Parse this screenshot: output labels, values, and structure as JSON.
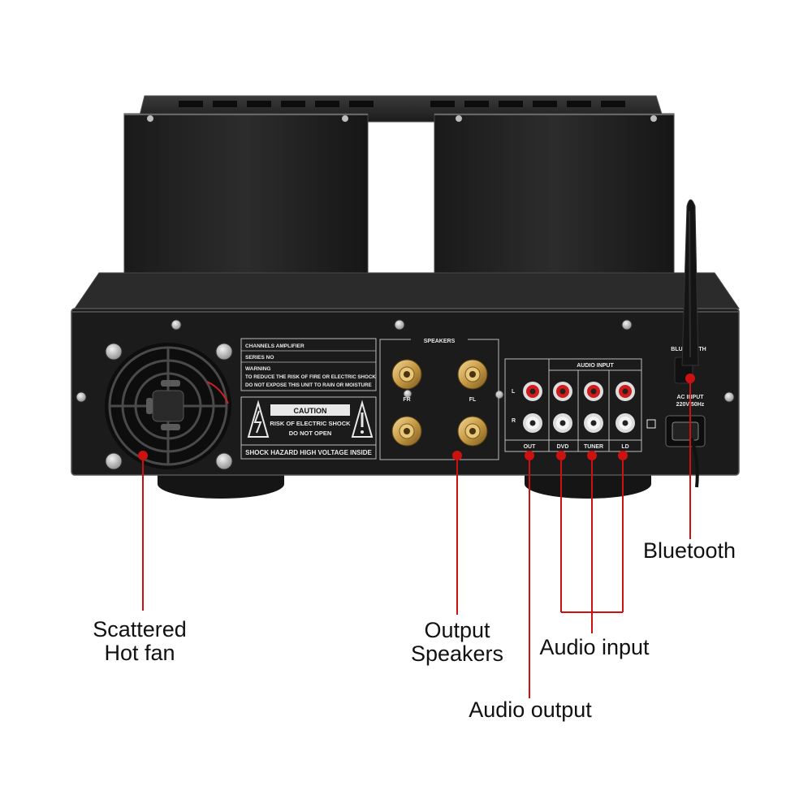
{
  "callouts": {
    "fan": [
      "Scattered",
      "Hot fan"
    ],
    "speakers": [
      "Output",
      "Speakers"
    ],
    "audio_input": "Audio input",
    "audio_output": "Audio output",
    "bluetooth": "Bluetooth"
  },
  "panel": {
    "label_lines": [
      "CHANNELS AMPLIFIER",
      "SERIES NO",
      "WARNING",
      "TO REDUCE THE RISK OF FIRE OR ELECTRIC SHOCK",
      "DO NOT EXPOSE THIS UNIT TO RAIN OR MOISTURE"
    ],
    "caution_title": "CAUTION",
    "caution_lines": [
      "RISK OF ELECTRIC SHOCK",
      "DO NOT OPEN"
    ],
    "hazard": "SHOCK HAZARD HIGH VOLTAGE INSIDE",
    "speakers_title": "SPEAKERS",
    "speaker_labels": [
      "FR",
      "FL"
    ],
    "audio_input_title": "AUDIO INPUT",
    "channel_labels": [
      "L",
      "R"
    ],
    "jack_labels": [
      "OUT",
      "DVD",
      "TUNER",
      "LD"
    ],
    "bluetooth_label": "BLUETOOTH",
    "ac_input": [
      "AC INPUT",
      "220V/50Hz"
    ]
  },
  "colors": {
    "leader": "#cc1111",
    "chassis": "#1b1b1b",
    "silkscreen": "#e8e8e8"
  }
}
